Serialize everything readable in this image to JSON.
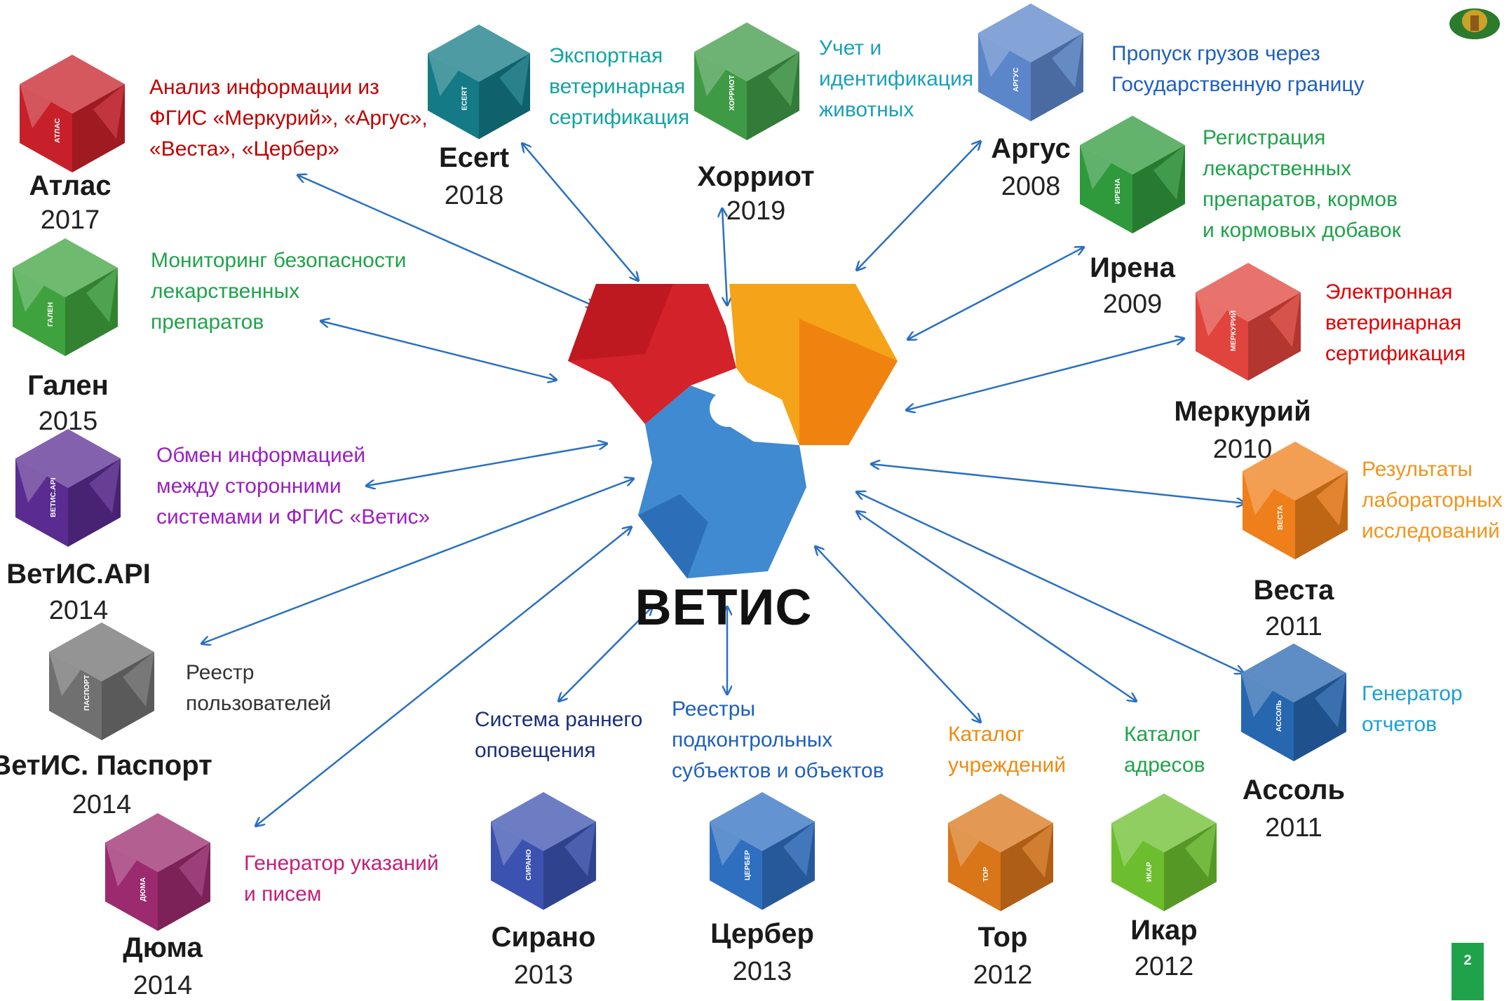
{
  "center": {
    "title": "ВЕТИС"
  },
  "page_number": "2",
  "systems": [
    {
      "id": "atlas",
      "name": "Атлас",
      "year": "2017",
      "cube_label": "АТЛАС",
      "color": "#c8202a",
      "desc": [
        "Анализ информации из",
        "ФГИС «Меркурий»,  «Аргус»,",
        "«Веста», «Цербер»"
      ],
      "desc_color": "#c00000"
    },
    {
      "id": "ecert",
      "name": "Ecert",
      "year": "2018",
      "cube_label": "ECERT",
      "color": "#137a86",
      "desc": [
        "Экспортная",
        "ветеринарная",
        "сертификация"
      ],
      "desc_color": "#11a3a3"
    },
    {
      "id": "horriot",
      "name": "Хорриот",
      "year": "2019",
      "cube_label": "ХОРРИОТ",
      "color": "#3f9a46",
      "desc": [
        "Учет и",
        "идентификация",
        "животных"
      ],
      "desc_color": "#1aa0b8"
    },
    {
      "id": "argus",
      "name": "Аргус",
      "year": "2008",
      "cube_label": "АРГУС",
      "color": "#5b86c9",
      "desc": [
        "Пропуск грузов через",
        "Государственную границу"
      ],
      "desc_color": "#1f5fbf"
    },
    {
      "id": "irena",
      "name": "Ирена",
      "year": "2009",
      "cube_label": "ИРЕНА",
      "color": "#2f9a3c",
      "desc": [
        "Регистрация",
        "лекарственных",
        "препаратов, кормов",
        "и кормовых добавок"
      ],
      "desc_color": "#1fa34a"
    },
    {
      "id": "mercury",
      "name": "Меркурий",
      "year": "2010",
      "cube_label": "МЕРКУРИЙ",
      "color": "#e0443c",
      "desc": [
        "Электронная",
        "ветеринарная",
        "сертификация"
      ],
      "desc_color": "#e00000"
    },
    {
      "id": "vesta",
      "name": "Веста",
      "year": "2011",
      "cube_label": "ВЕСТА",
      "color": "#ef7f1a",
      "desc": [
        "Результаты",
        "лабораторных",
        "исследований"
      ],
      "desc_color": "#f0951e"
    },
    {
      "id": "assol",
      "name": "Ассоль",
      "year": "2011",
      "cube_label": "АССОЛЬ",
      "color": "#2767b0",
      "desc": [
        "Генератор",
        "отчетов"
      ],
      "desc_color": "#1aa0d8"
    },
    {
      "id": "ikar",
      "name": "Икар",
      "year": "2012",
      "cube_label": "ИКАР",
      "color": "#6cbe2e",
      "desc": [
        "Каталог",
        "адресов"
      ],
      "desc_color": "#1fa34a"
    },
    {
      "id": "tor",
      "name": "Тор",
      "year": "2012",
      "cube_label": "ТОР",
      "color": "#d9761a",
      "desc": [
        "Каталог",
        "учреждений"
      ],
      "desc_color": "#f08a10"
    },
    {
      "id": "cerber",
      "name": "Цербер",
      "year": "2013",
      "cube_label": "ЦЕРБЕР",
      "color": "#2f6fc0",
      "desc": [
        "Реестры",
        "подконтрольных",
        "субъектов и объектов"
      ],
      "desc_color": "#1f5fbf"
    },
    {
      "id": "cirano",
      "name": "Сирано",
      "year": "2013",
      "cube_label": "СИРАНО",
      "color": "#3b52b0",
      "desc": [
        "Система раннего",
        "оповещения"
      ],
      "desc_color": "#1a2f7a"
    },
    {
      "id": "duma",
      "name": "Дюма",
      "year": "2014",
      "cube_label": "ДЮМА",
      "color": "#9b2a6e",
      "desc": [
        "Генератор указаний",
        "и писем"
      ],
      "desc_color": "#c0207a"
    },
    {
      "id": "passport",
      "name": "ВетИС. Паспорт",
      "year": "2014",
      "cube_label": "ПАСПОРТ",
      "color": "#707070",
      "desc": [
        "Реестр",
        "пользователей"
      ],
      "desc_color": "#333333"
    },
    {
      "id": "api",
      "name": "ВетИС.API",
      "year": "2014",
      "cube_label": "ВЕТИС.API",
      "color": "#5a2c91",
      "desc": [
        "Обмен информацией",
        "между сторонними",
        "системами и ФГИС «Ветис»"
      ],
      "desc_color": "#9a1fc0"
    },
    {
      "id": "galen",
      "name": "Гален",
      "year": "2015",
      "cube_label": "ГАЛЕН",
      "color": "#3ea33f",
      "desc": [
        "Мониторинг безопасности",
        "лекарственных",
        "препаратов"
      ],
      "desc_color": "#1fa34a"
    }
  ]
}
